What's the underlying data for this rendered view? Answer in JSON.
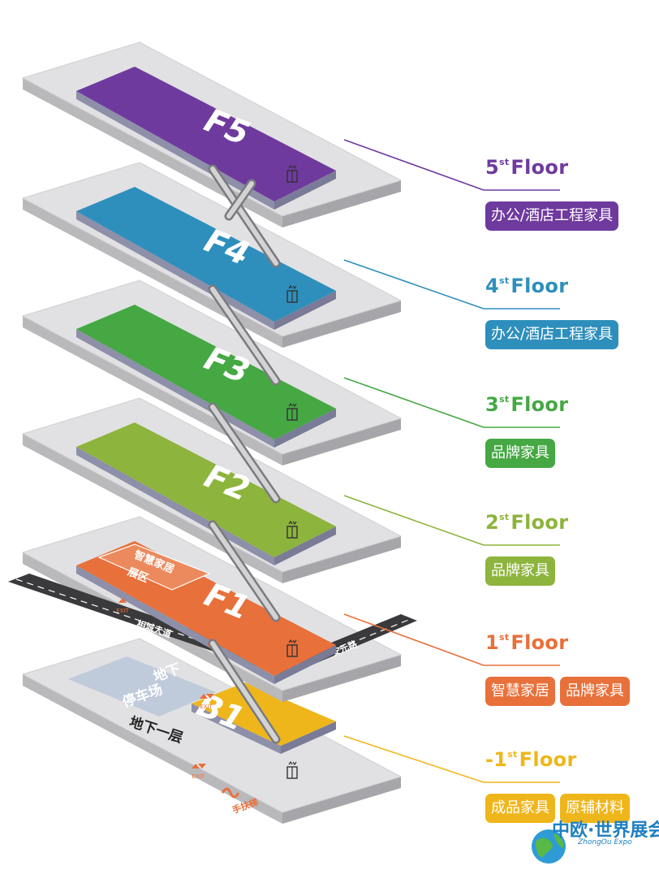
{
  "floors": [
    {
      "code": "F5",
      "title_num": "5",
      "title_sup": "st",
      "title_word": "Floor",
      "color": "#6f3a9e",
      "tags": [
        "办公/酒店工程家具"
      ]
    },
    {
      "code": "F4",
      "title_num": "4",
      "title_sup": "st",
      "title_word": "Floor",
      "color": "#2e8fbd",
      "tags": [
        "办公/酒店工程家具"
      ]
    },
    {
      "code": "F3",
      "title_num": "3",
      "title_sup": "st",
      "title_word": "Floor",
      "color": "#45a843",
      "tags": [
        "品牌家具"
      ]
    },
    {
      "code": "F2",
      "title_num": "2",
      "title_sup": "st",
      "title_word": "Floor",
      "color": "#8db43c",
      "tags": [
        "品牌家具"
      ]
    },
    {
      "code": "F1",
      "title_num": "1",
      "title_sup": "st",
      "title_word": "Floor",
      "color": "#e8703a",
      "tags": [
        "智慧家居",
        "品牌家具"
      ]
    },
    {
      "code": "B1",
      "title_num": "-1",
      "title_sup": "st",
      "title_word": "Floor",
      "color": "#efb61b",
      "tags": [
        "成品家具",
        "原辅材料"
      ]
    }
  ],
  "f1_zone": [
    "智慧家居",
    "展区"
  ],
  "roads": {
    "left": "相城大道",
    "right": "安元路"
  },
  "parking": [
    "地下",
    "停车场"
  ],
  "b1_label": "地下一层",
  "escalator_label": "手扶梯",
  "exit_label": "EXIT",
  "logo": {
    "main": "中欧·世界展会",
    "sub": "ZhongOu Expo"
  }
}
